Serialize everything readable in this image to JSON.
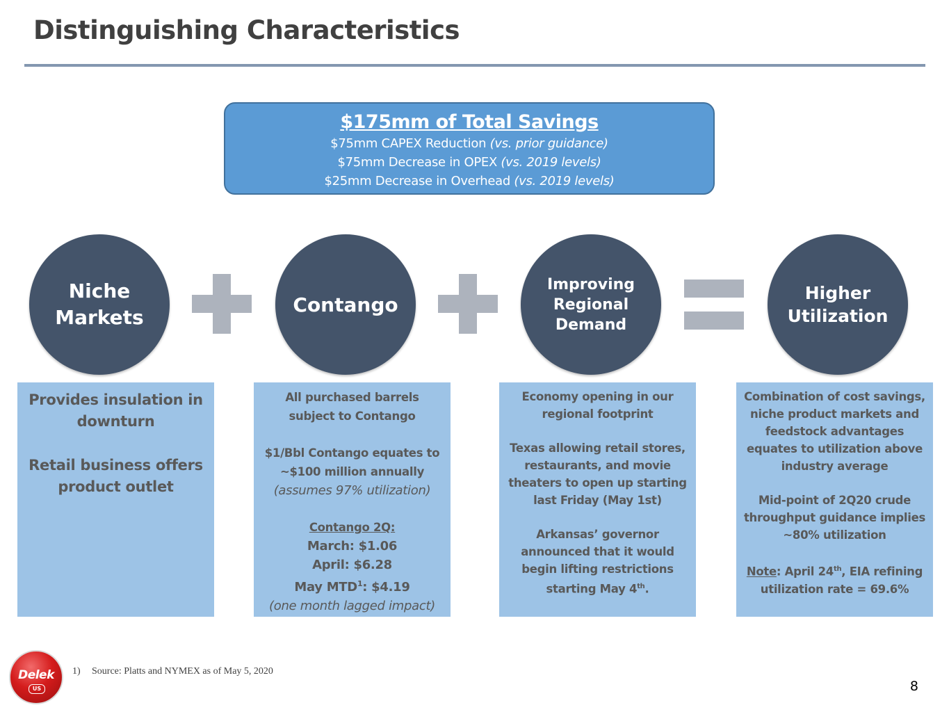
{
  "title": "Distinguishing Characteristics",
  "savings": {
    "heading": "$175mm of Total Savings",
    "lines": [
      {
        "text": "$75mm CAPEX Reduction ",
        "note": "(vs. prior guidance)"
      },
      {
        "text": "$75mm Decrease in OPEX ",
        "note": "(vs. 2019 levels)"
      },
      {
        "text": "$25mm Decrease in Overhead ",
        "note": "(vs. 2019 levels)"
      }
    ]
  },
  "circles": {
    "c1": {
      "line1": "Niche",
      "line2": "Markets"
    },
    "c2": {
      "line1": "Contango"
    },
    "c3": {
      "line1": "Improving",
      "line2": "Regional",
      "line3": "Demand"
    },
    "c4": {
      "line1": "Higher",
      "line2": "Utilization"
    }
  },
  "boxes": {
    "niche": {
      "p1": "Provides insulation in downturn",
      "p2": "Retail business offers product outlet"
    },
    "contango": {
      "p1": "All purchased barrels subject to Contango",
      "p2": "$1/Bbl Contango equates to ~$100 million annually",
      "p2_note": "(assumes 97% utilization)",
      "heading": "Contango 2Q:",
      "march": "March: $1.06",
      "april": "April: $6.28",
      "may_label": "May MTD",
      "may_sup": "1",
      "may_value": ": $4.19",
      "note": "(one month lagged impact)"
    },
    "demand": {
      "p1": "Economy opening in our regional footprint",
      "p2": "Texas allowing retail stores, restaurants, and movie theaters to open up starting last Friday (May 1st)",
      "p3_text": "Arkansas’ governor announced that it would begin lifting restrictions starting May 4",
      "p3_sup": "th",
      "p3_end": "."
    },
    "utilization": {
      "p1": "Combination of cost savings, niche product markets and feedstock advantages equates to utilization above industry average",
      "p2": "Mid-point of 2Q20 crude throughput guidance implies ~80% utilization",
      "note_label": "Note",
      "note_pre": ": April 24",
      "note_sup": "th",
      "note_post": ", EIA refining utilization rate = 69.6%"
    }
  },
  "logo": {
    "word": "Delek",
    "sub": "US"
  },
  "footnote": {
    "num": "1)",
    "text": "Source:  Platts and NYMEX as of  May 5, 2020"
  },
  "page_number": "8",
  "colors": {
    "circle": "#44546a",
    "savings_box": "#5b9bd5",
    "text_box": "#9dc3e6",
    "operator": "#adb3bd",
    "rule": "#8497b0"
  }
}
